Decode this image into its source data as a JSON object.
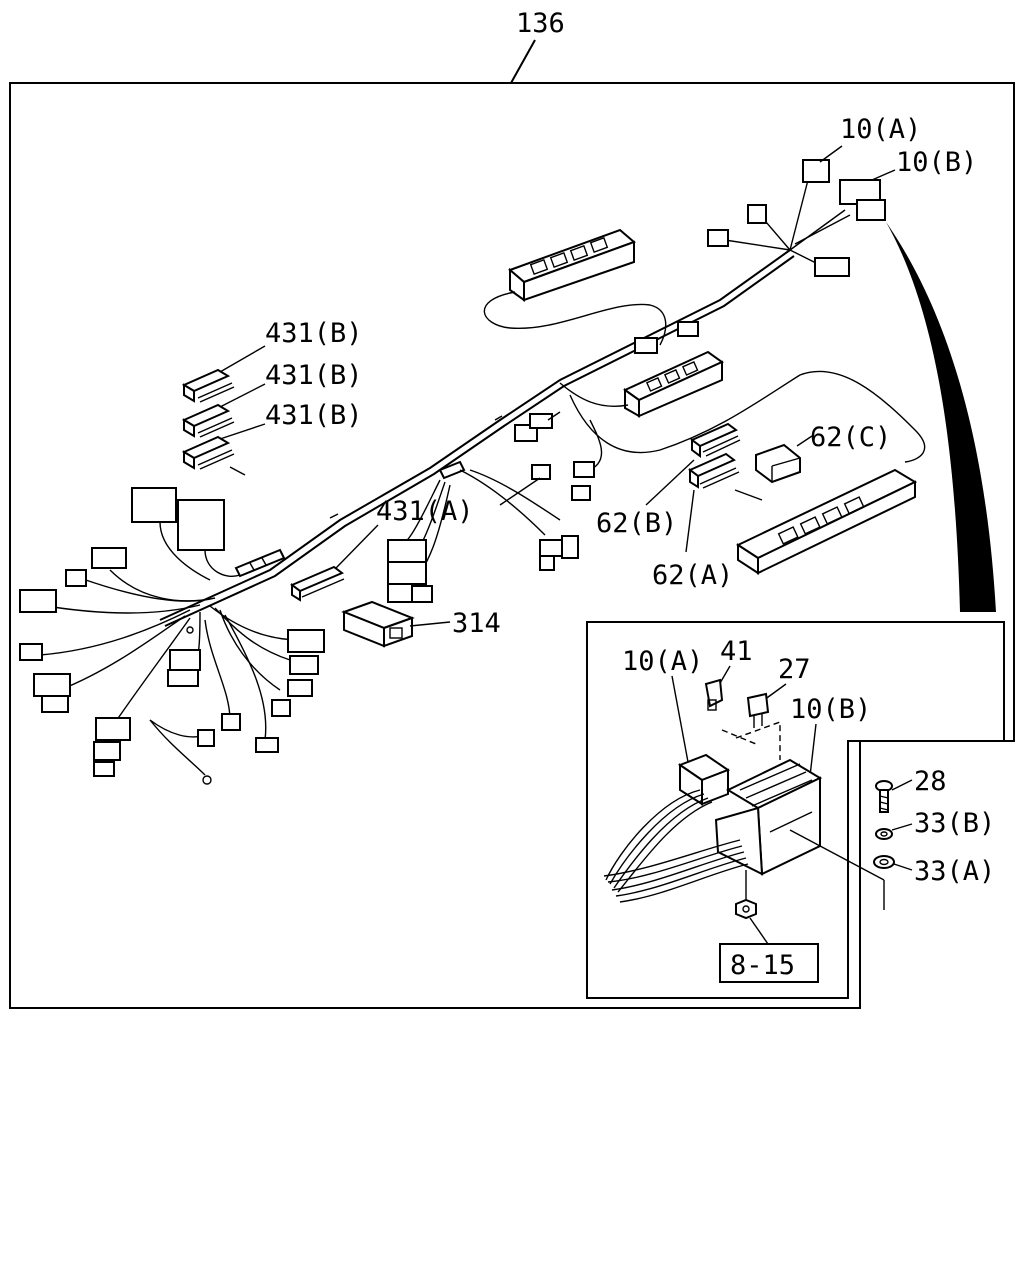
{
  "diagram": {
    "assembly_label": "136",
    "labels": {
      "conn_10a": "10(A)",
      "conn_10b": "10(B)",
      "conn_431b_1": "431(B)",
      "conn_431b_2": "431(B)",
      "conn_431b_3": "431(B)",
      "conn_431a": "431(A)",
      "relay_314": "314",
      "conn_62c": "62(C)",
      "conn_62b": "62(B)",
      "conn_62a": "62(A)"
    },
    "detail": {
      "conn_10a": "10(A)",
      "part_41": "41",
      "part_27": "27",
      "conn_10b": "10(B)",
      "bolt_28": "28",
      "washer_33b": "33(B)",
      "washer_33a": "33(A)",
      "ref_8_15": "8-15"
    }
  }
}
